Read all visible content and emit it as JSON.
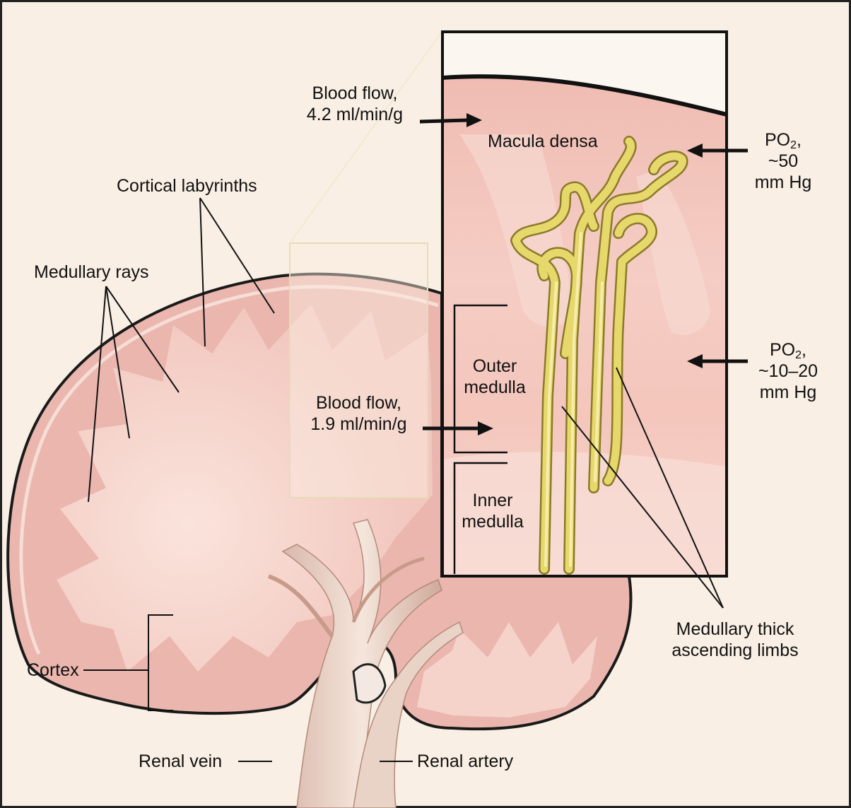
{
  "labels": {
    "blood_flow_cortex_l1": "Blood flow,",
    "blood_flow_cortex_l2": "4.2 ml/min/g",
    "blood_flow_medulla_l1": "Blood flow,",
    "blood_flow_medulla_l2": "1.9 ml/min/g",
    "macula_densa": "Macula densa",
    "po2_cortex_prefix": "PO",
    "po2_cortex_sub": "2",
    "po2_cortex_suffix": ",",
    "po2_cortex_value": "~50",
    "po2_cortex_unit": "mm Hg",
    "po2_medulla_prefix": "PO",
    "po2_medulla_sub": "2",
    "po2_medulla_suffix": ",",
    "po2_medulla_value": "~10–20",
    "po2_medulla_unit": "mm Hg",
    "cortical_labyrinths": "Cortical labyrinths",
    "medullary_rays": "Medullary rays",
    "outer_medulla_l1": "Outer",
    "outer_medulla_l2": "medulla",
    "inner_medulla_l1": "Inner",
    "inner_medulla_l2": "medulla",
    "cortex": "Cortex",
    "renal_vein": "Renal vein",
    "renal_artery": "Renal artery",
    "thick_limbs_l1": "Medullary thick",
    "thick_limbs_l2": "ascending limbs"
  },
  "colors": {
    "background": "#f9efe4",
    "cortex": "#eab6ae",
    "medulla": "#f5d3cb",
    "tubule": "#e6d86a",
    "vessel": "#e8cfc2",
    "outline": "#1a1a1a"
  }
}
